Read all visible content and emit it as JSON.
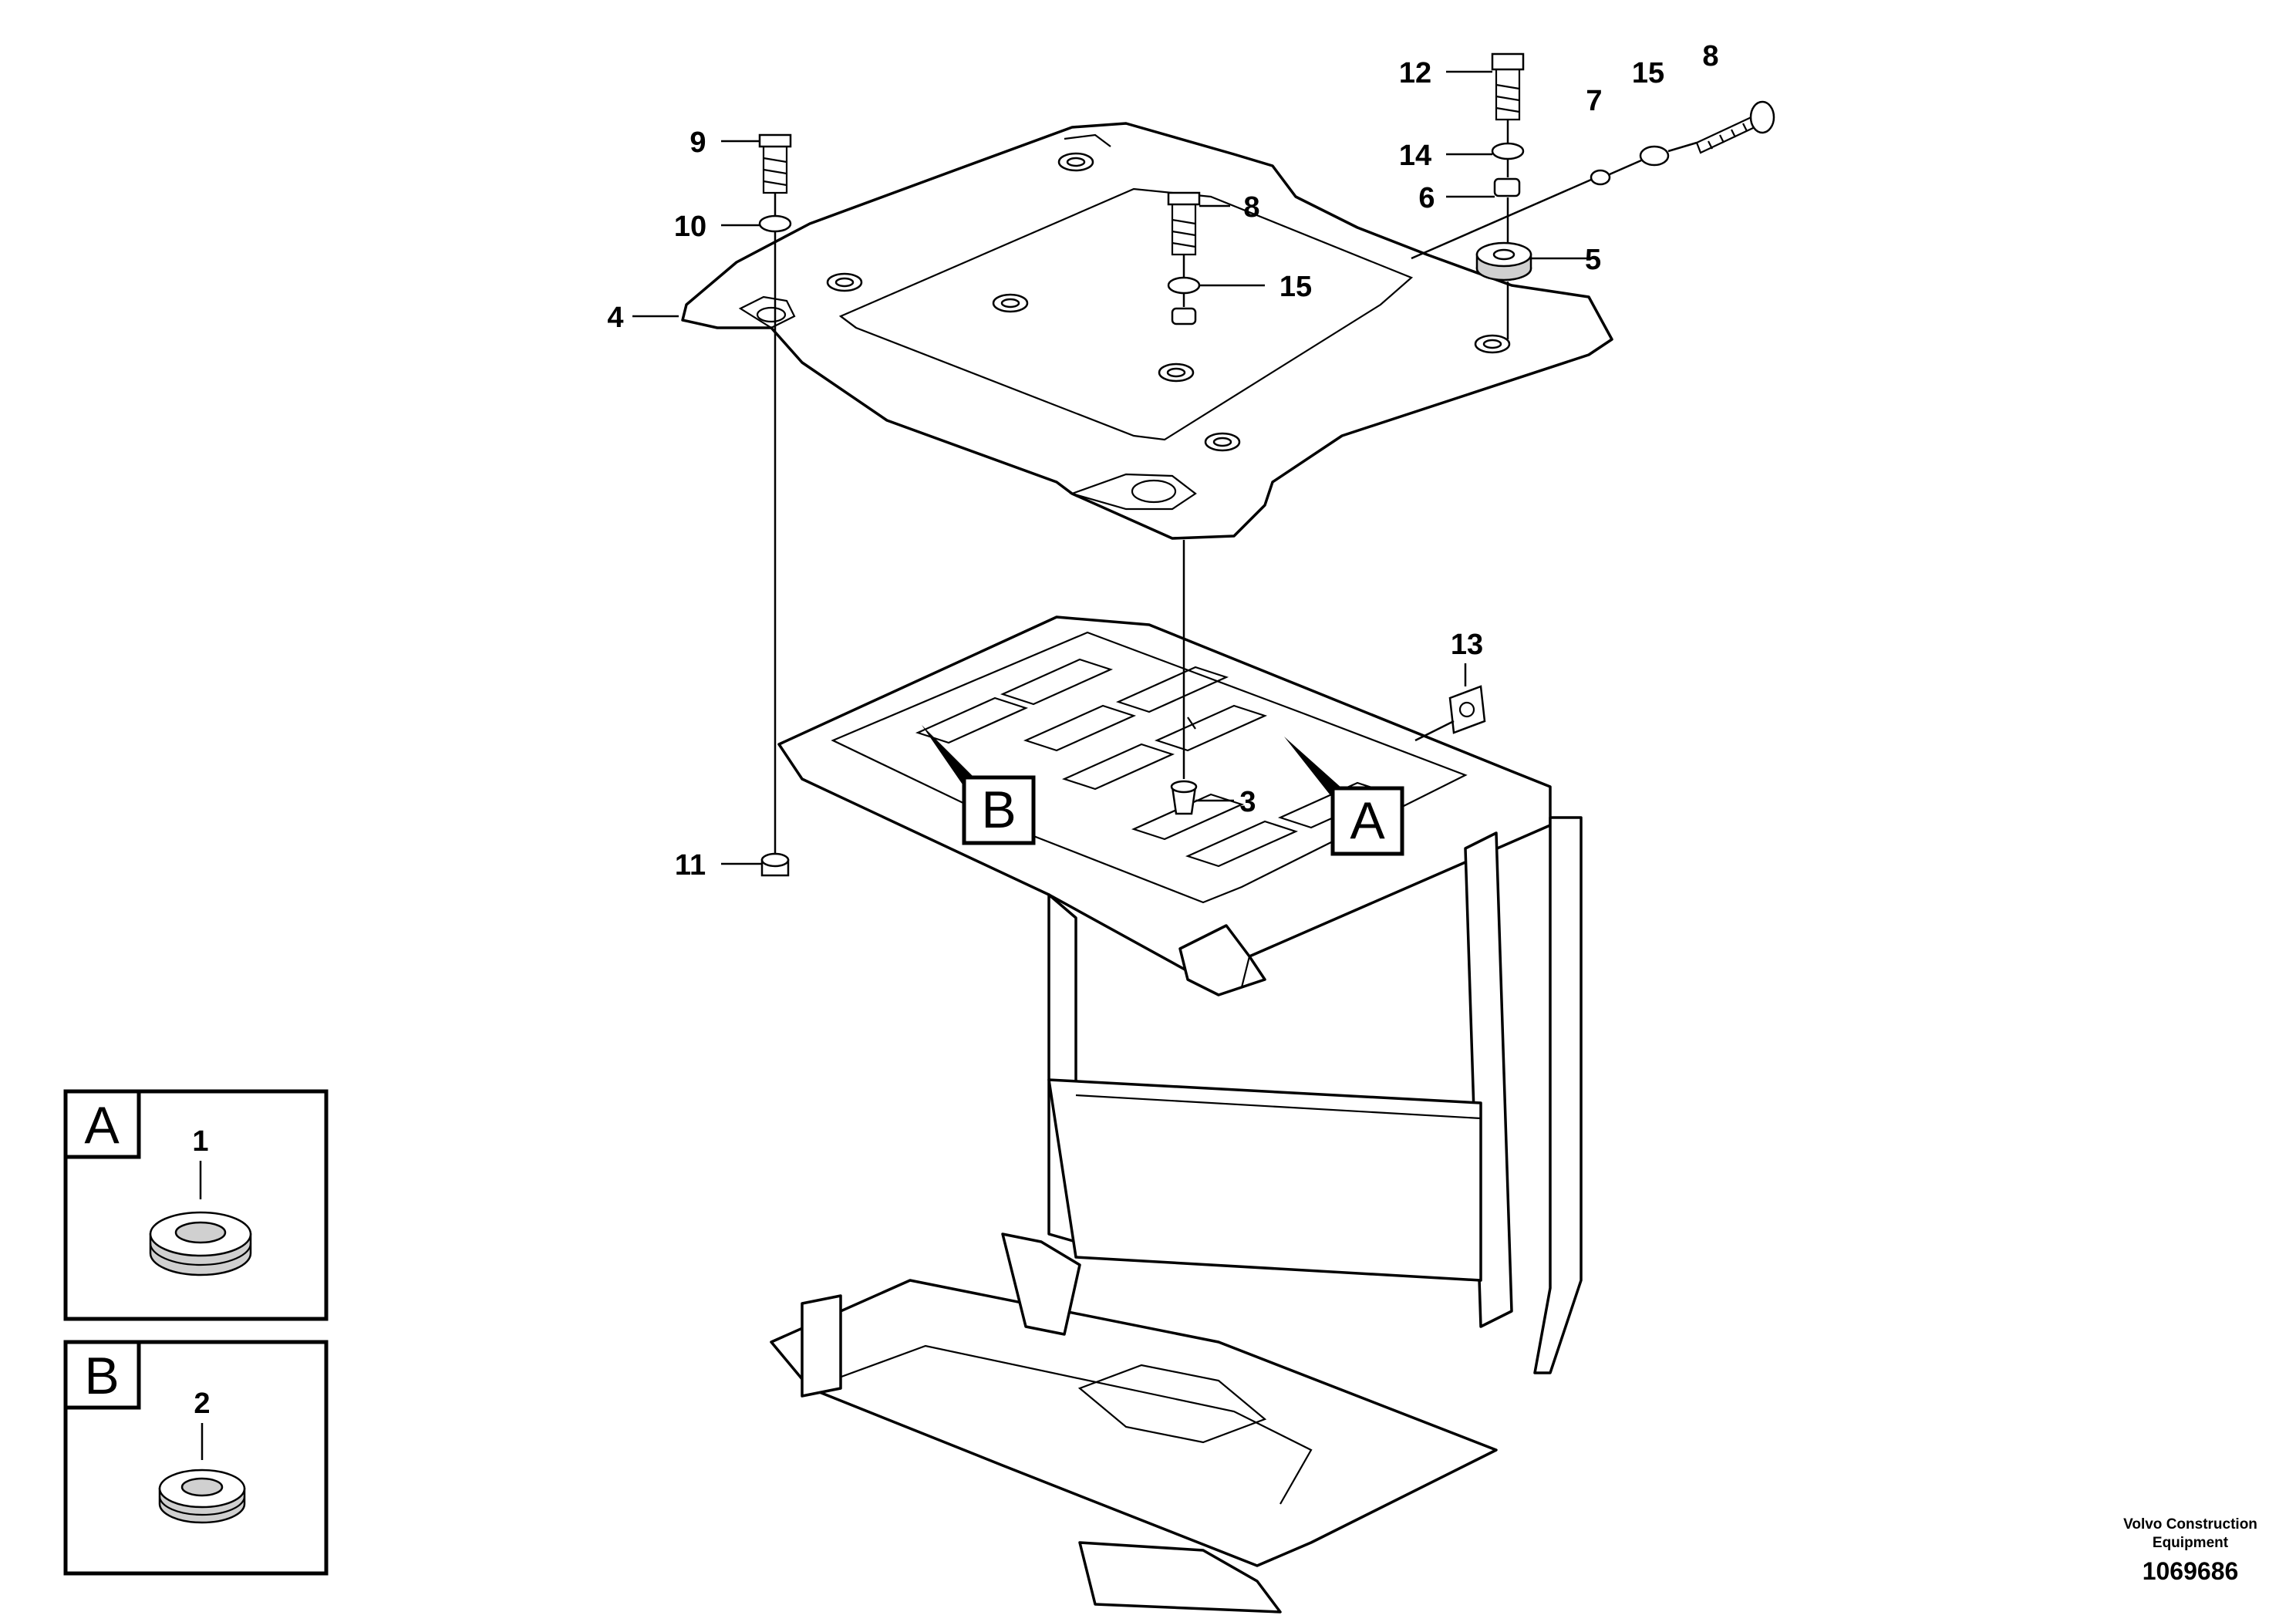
{
  "diagram": {
    "callouts": [
      {
        "id": "c9",
        "label": "9"
      },
      {
        "id": "c10",
        "label": "10"
      },
      {
        "id": "c4",
        "label": "4"
      },
      {
        "id": "c8a",
        "label": "8"
      },
      {
        "id": "c15a",
        "label": "15"
      },
      {
        "id": "c12",
        "label": "12"
      },
      {
        "id": "c14",
        "label": "14"
      },
      {
        "id": "c6",
        "label": "6"
      },
      {
        "id": "c7",
        "label": "7"
      },
      {
        "id": "c15b",
        "label": "15"
      },
      {
        "id": "c8b",
        "label": "8"
      },
      {
        "id": "c5",
        "label": "5"
      },
      {
        "id": "c13",
        "label": "13"
      },
      {
        "id": "c3",
        "label": "3"
      },
      {
        "id": "c11",
        "label": "11"
      }
    ],
    "view_markers": {
      "a": "A",
      "b": "B"
    },
    "detail_a": {
      "letter": "A",
      "part": "1"
    },
    "detail_b": {
      "letter": "B",
      "part": "2"
    }
  },
  "footer": {
    "brand_line1": "Volvo Construction",
    "brand_line2": "Equipment",
    "drawing_number": "1069686"
  }
}
